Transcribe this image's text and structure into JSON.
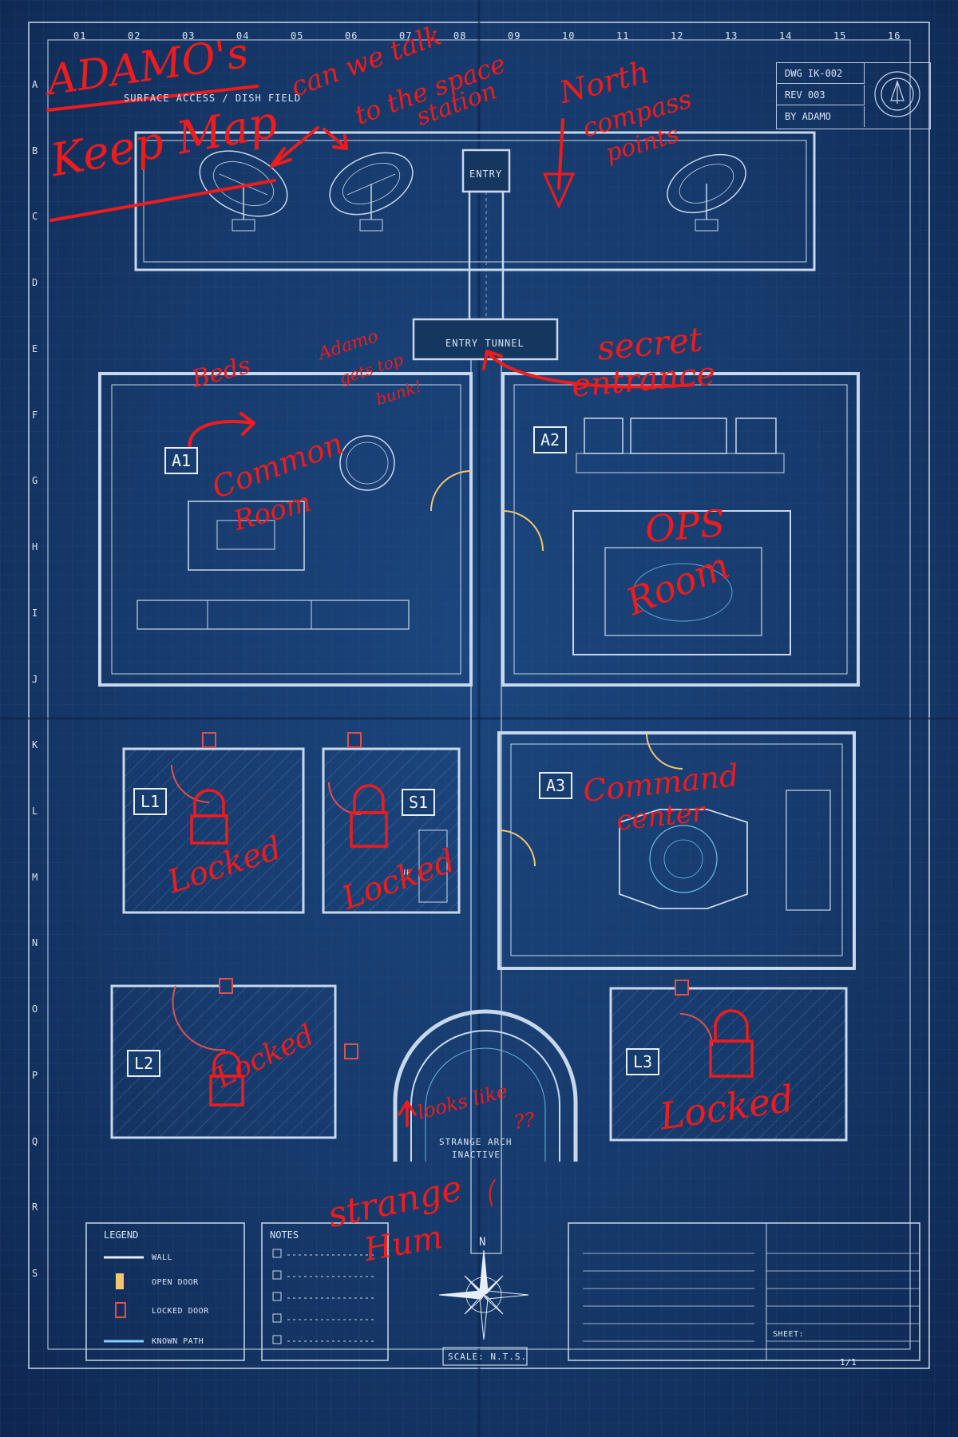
{
  "sheet": {
    "columns": [
      "01",
      "02",
      "03",
      "04",
      "05",
      "06",
      "07",
      "08",
      "09",
      "10",
      "11",
      "12",
      "13",
      "14",
      "15",
      "16"
    ],
    "rows": [
      "A",
      "B",
      "C",
      "D",
      "E",
      "F",
      "G",
      "H",
      "I",
      "J",
      "K",
      "L",
      "M",
      "N",
      "O",
      "P",
      "Q",
      "R",
      "S"
    ]
  },
  "labels": {
    "surface_access": "SURFACE ACCESS / DISH FIELD",
    "entry": "ENTRY",
    "entry_tunnel": "ENTRY TUNNEL",
    "strange_arch": "STRANGE ARCH",
    "inactive": "INACTIVE",
    "scale": "SCALE: N.T.S.",
    "north": "N",
    "rooms": {
      "a1": "A1",
      "a2": "A2",
      "a3": "A3",
      "l1": "L1",
      "l2": "L2",
      "l3": "L3",
      "s1": "S1"
    },
    "stairs": "UP"
  },
  "title_block": {
    "dwg": "DWG IK-002",
    "rev": "REV 003",
    "by": "BY ADAMO"
  },
  "legend": {
    "title": "LEGEND",
    "items": [
      "WALL",
      "OPEN DOOR",
      "LOCKED DOOR",
      "KNOWN PATH"
    ]
  },
  "notes": {
    "title": "NOTES"
  },
  "sheet_block": {
    "sheet": "SHEET:",
    "page": "1/1"
  },
  "handwriting": {
    "title_line1": "ADAMO's",
    "title_line2": "Keep Map",
    "space_station_1": "can we talk",
    "space_station_2": "to the space",
    "space_station_3": "station",
    "north_1": "North",
    "north_2": "compass",
    "north_3": "points",
    "beds": "Beds",
    "adamo_bunk_1": "Adamo",
    "adamo_bunk_2": "gets top",
    "adamo_bunk_3": "bunk!",
    "secret_1": "secret",
    "secret_2": "entrance",
    "common_1": "Common",
    "common_2": "Room",
    "ops_1": "OPS",
    "ops_2": "Room",
    "command_1": "Command",
    "command_2": "center",
    "locked_l1": "Locked",
    "locked_s1": "Locked",
    "locked_l2": "Locked",
    "locked_l3": "Locked",
    "looks_like_1": "looks like",
    "looks_like_2": "??",
    "strange_1": "strange",
    "strange_2": "Hum"
  },
  "colors": {
    "paper": "#16396a",
    "line": "#c8d8ec",
    "annotation": "#f11b1b",
    "door_open": "#f2c66d",
    "door_locked": "#e0504f",
    "known_path": "#7fd2ff"
  }
}
